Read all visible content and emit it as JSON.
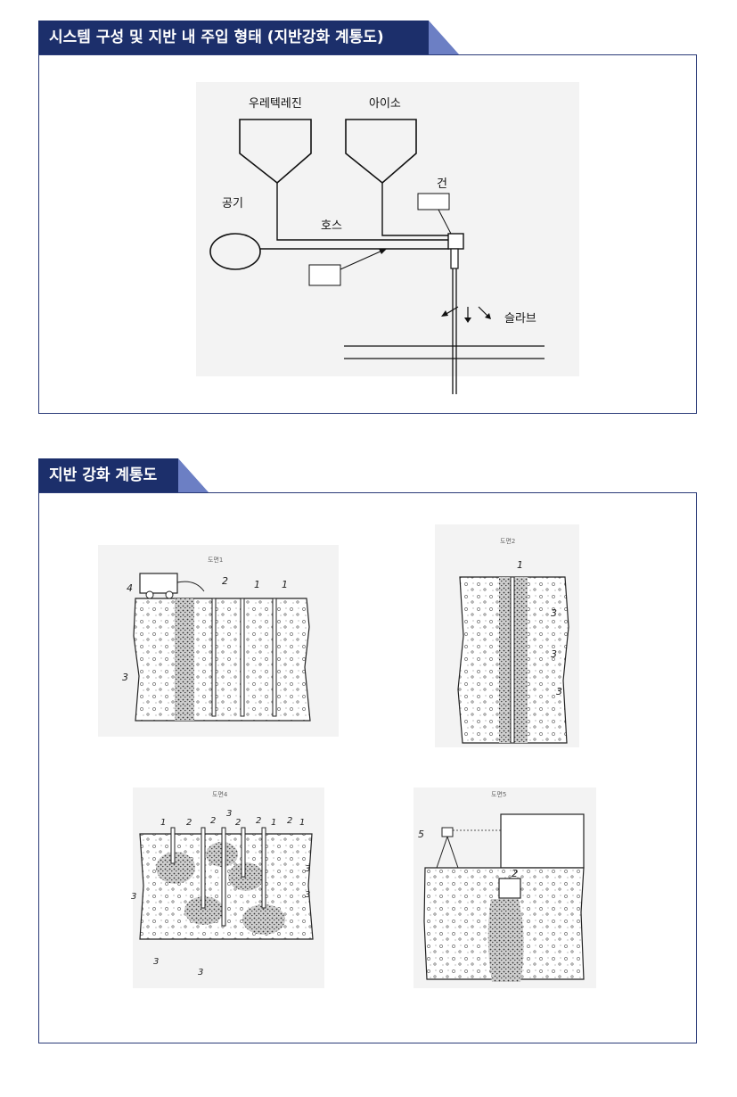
{
  "section1": {
    "title": "시스템 구성 및 지반 내 주입 형태 (지반강화 계통도)",
    "diagram": {
      "tank_urethane": "우레텍레진",
      "tank_iso": "아이소",
      "air": "공기",
      "hose": "호스",
      "gun": "건",
      "slab": "슬라브"
    }
  },
  "section2": {
    "title": "지반 강화 계통도",
    "figures": [
      {
        "caption": "도면1",
        "labels": [
          "4",
          "2",
          "1",
          "1",
          "3"
        ]
      },
      {
        "caption": "도면2",
        "labels": [
          "1",
          "3",
          "3",
          "3"
        ]
      },
      {
        "caption": "도면4",
        "labels": [
          "1",
          "2",
          "2",
          "3",
          "2",
          "2",
          "1",
          "2",
          "1",
          "3",
          "3",
          "3",
          "3",
          "3"
        ]
      },
      {
        "caption": "도면5",
        "labels": [
          "5",
          "2"
        ]
      }
    ]
  },
  "colors": {
    "header_bg": "#1c2f6b",
    "header_tail": "#6c7fc4",
    "panel_border": "#2a3a78"
  }
}
